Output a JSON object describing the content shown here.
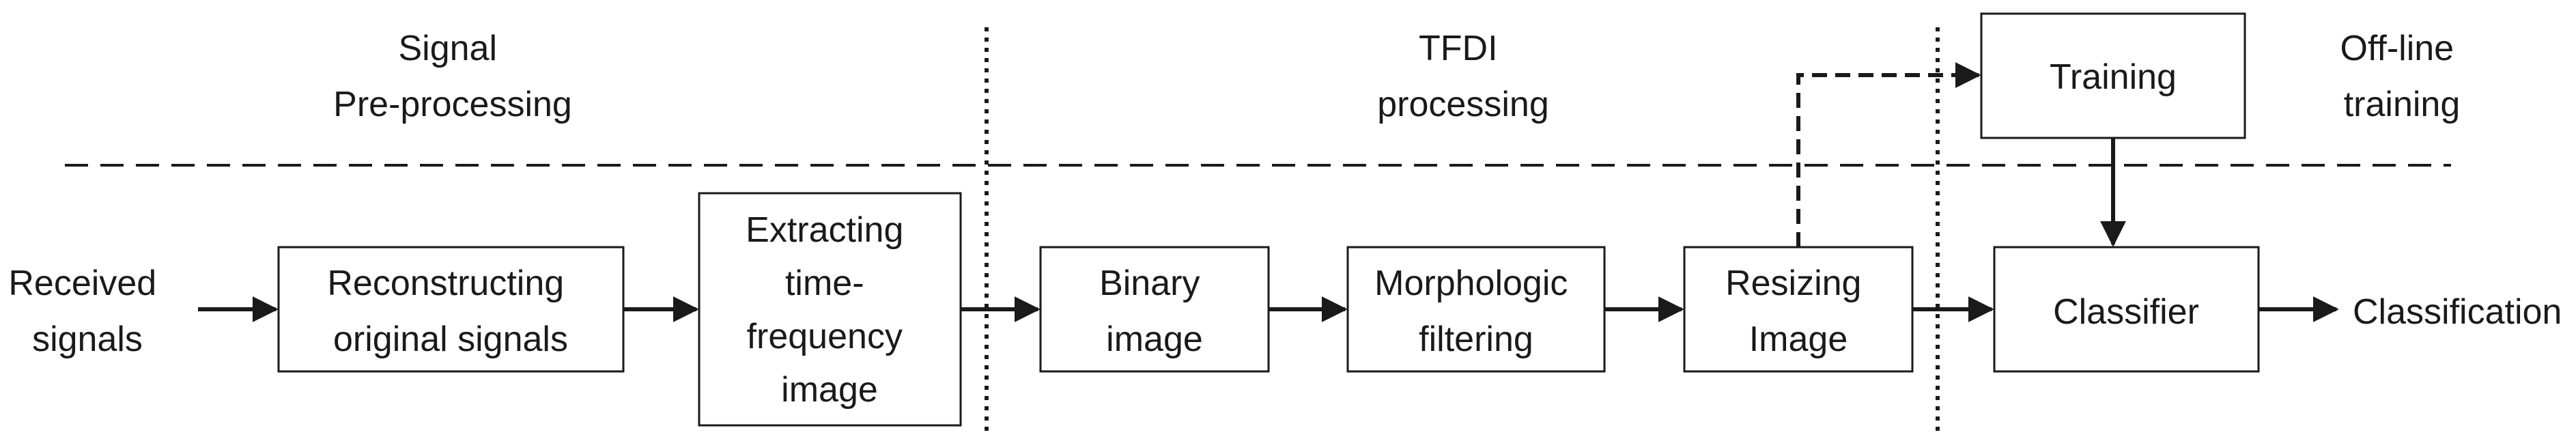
{
  "sections": {
    "preprocessing": [
      "Signal",
      "Pre-processing"
    ],
    "tfdi": [
      "TFDI",
      "processing"
    ],
    "offline": [
      "Off-line",
      "training"
    ]
  },
  "input_label": [
    "Received",
    "signals"
  ],
  "output_label": [
    "Classification"
  ],
  "boxes": {
    "reconstruct": [
      "Reconstructing",
      "original signals"
    ],
    "extract": [
      "Extracting",
      "time-",
      "frequency",
      "image"
    ],
    "binary": [
      "Binary",
      "image"
    ],
    "morph": [
      "Morphologic",
      "filtering"
    ],
    "resize": [
      "Resizing",
      "Image"
    ],
    "classifier": [
      "Classifier"
    ],
    "training": [
      "Training"
    ]
  }
}
